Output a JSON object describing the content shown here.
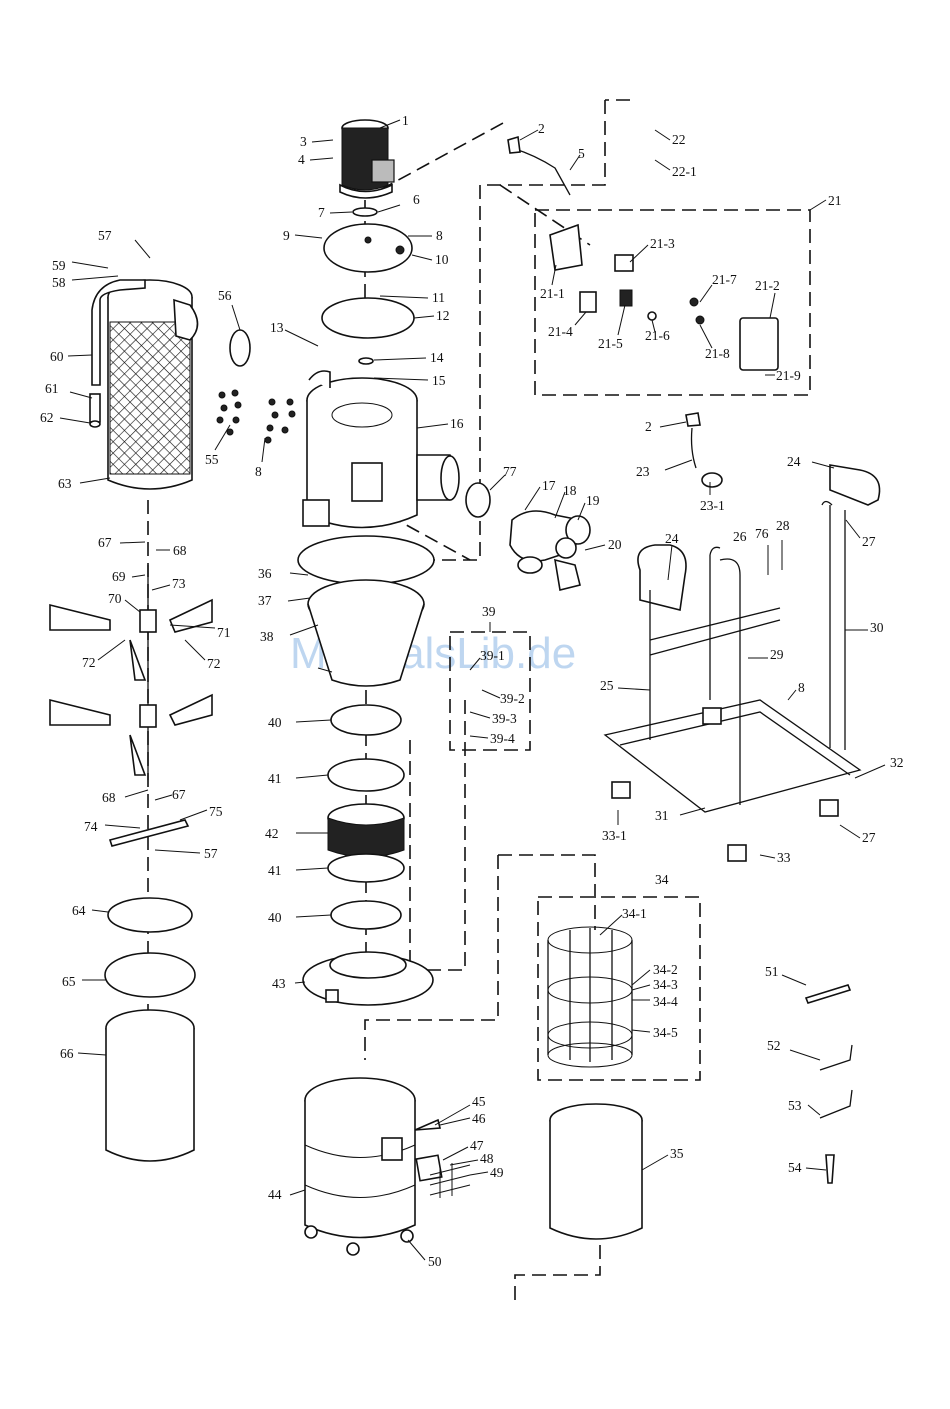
{
  "watermark": "ManualsLib.de",
  "labels": {
    "l1": "1",
    "l2": "2",
    "l2b": "2",
    "l3": "3",
    "l4": "4",
    "l5": "5",
    "l6": "6",
    "l7": "7",
    "l8a": "8",
    "l8b": "8",
    "l8c": "8",
    "l9": "9",
    "l10": "10",
    "l11": "11",
    "l12": "12",
    "l13": "13",
    "l14": "14",
    "l15": "15",
    "l16": "16",
    "l17": "17",
    "l18": "18",
    "l19": "19",
    "l20": "20",
    "l21": "21",
    "l21_1": "21-1",
    "l21_2": "21-2",
    "l21_3": "21-3",
    "l21_4": "21-4",
    "l21_5": "21-5",
    "l21_6": "21-6",
    "l21_7": "21-7",
    "l21_8": "21-8",
    "l21_9": "21-9",
    "l22": "22",
    "l22_1": "22-1",
    "l23": "23",
    "l23_1": "23-1",
    "l24a": "24",
    "l24b": "24",
    "l25": "25",
    "l26": "26",
    "l27a": "27",
    "l27b": "27",
    "l28": "28",
    "l29": "29",
    "l30": "30",
    "l31": "31",
    "l32": "32",
    "l33": "33",
    "l33_1": "33-1",
    "l34": "34",
    "l34_1": "34-1",
    "l34_2": "34-2",
    "l34_3": "34-3",
    "l34_4": "34-4",
    "l34_5": "34-5",
    "l35": "35",
    "l36": "36",
    "l37": "37",
    "l38": "38",
    "l39": "39",
    "l39_1": "39-1",
    "l39_2": "39-2",
    "l39_3": "39-3",
    "l39_4": "39-4",
    "l40a": "40",
    "l40b": "40",
    "l41a": "41",
    "l41b": "41",
    "l42": "42",
    "l43": "43",
    "l44": "44",
    "l45": "45",
    "l46": "46",
    "l47": "47",
    "l48": "48",
    "l49": "49",
    "l50": "50",
    "l51": "51",
    "l52": "52",
    "l53": "53",
    "l54": "54",
    "l55": "55",
    "l56": "56",
    "l57a": "57",
    "l57b": "57",
    "l58": "58",
    "l59": "59",
    "l60": "60",
    "l61": "61",
    "l62": "62",
    "l63": "63",
    "l64": "64",
    "l65": "65",
    "l66": "66",
    "l67a": "67",
    "l67b": "67",
    "l68a": "68",
    "l68b": "68",
    "l69": "69",
    "l70": "70",
    "l71": "71",
    "l72a": "72",
    "l72b": "72",
    "l73": "73",
    "l74": "74",
    "l75": "75",
    "l76": "76",
    "l77": "77"
  }
}
